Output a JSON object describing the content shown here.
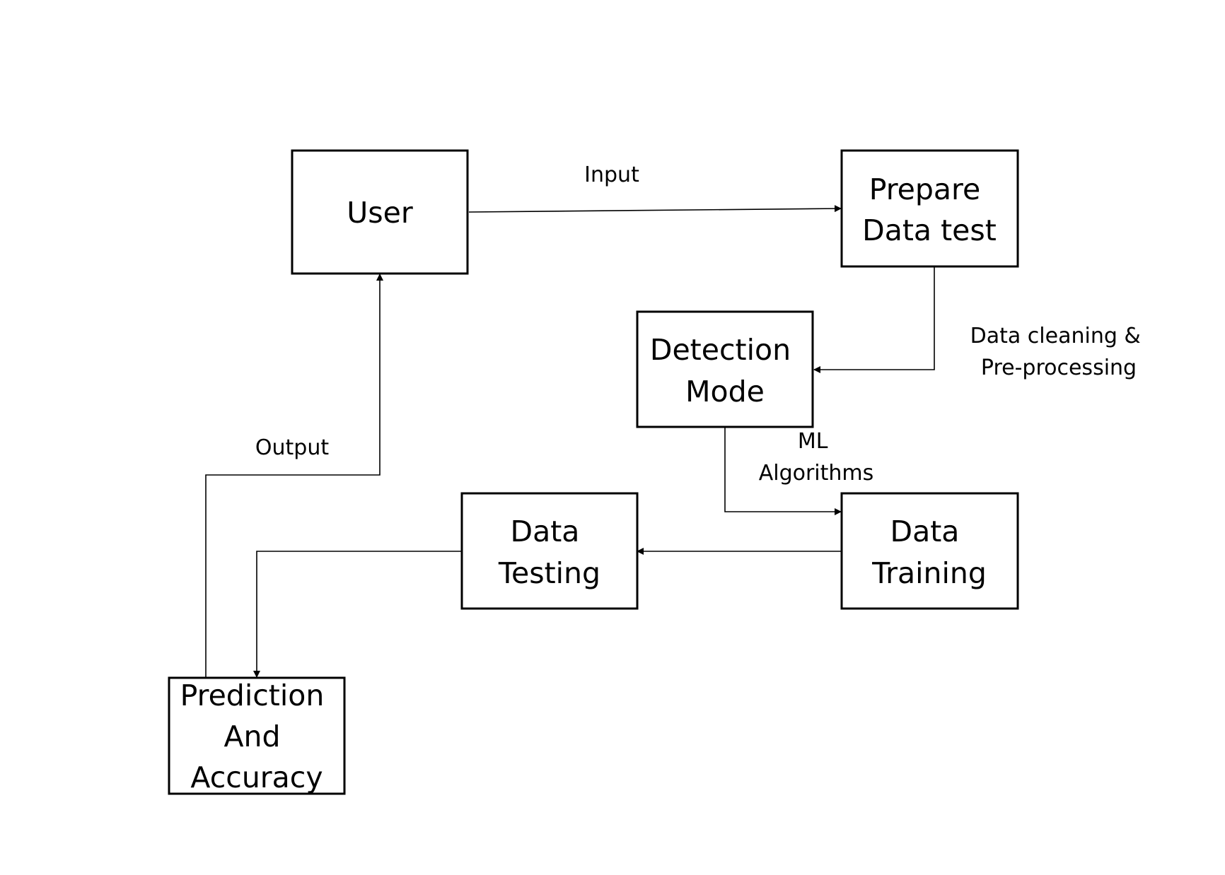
{
  "nodes": {
    "user": {
      "lines": [
        "User"
      ]
    },
    "prepare": {
      "lines": [
        "Prepare",
        "Data test"
      ]
    },
    "detection": {
      "lines": [
        "Detection",
        "Mode"
      ]
    },
    "testing": {
      "lines": [
        "Data",
        "Testing"
      ]
    },
    "training": {
      "lines": [
        "Data",
        "Training"
      ]
    },
    "prediction": {
      "lines": [
        "Prediction",
        "And",
        "Accuracy"
      ]
    }
  },
  "edges": {
    "input": {
      "lines": [
        "Input"
      ]
    },
    "cleaning": {
      "lines": [
        "Data cleaning &",
        "Pre-processing"
      ]
    },
    "ml": {
      "lines": [
        "ML",
        "Algorithms"
      ]
    },
    "output": {
      "lines": [
        "Output"
      ]
    }
  }
}
